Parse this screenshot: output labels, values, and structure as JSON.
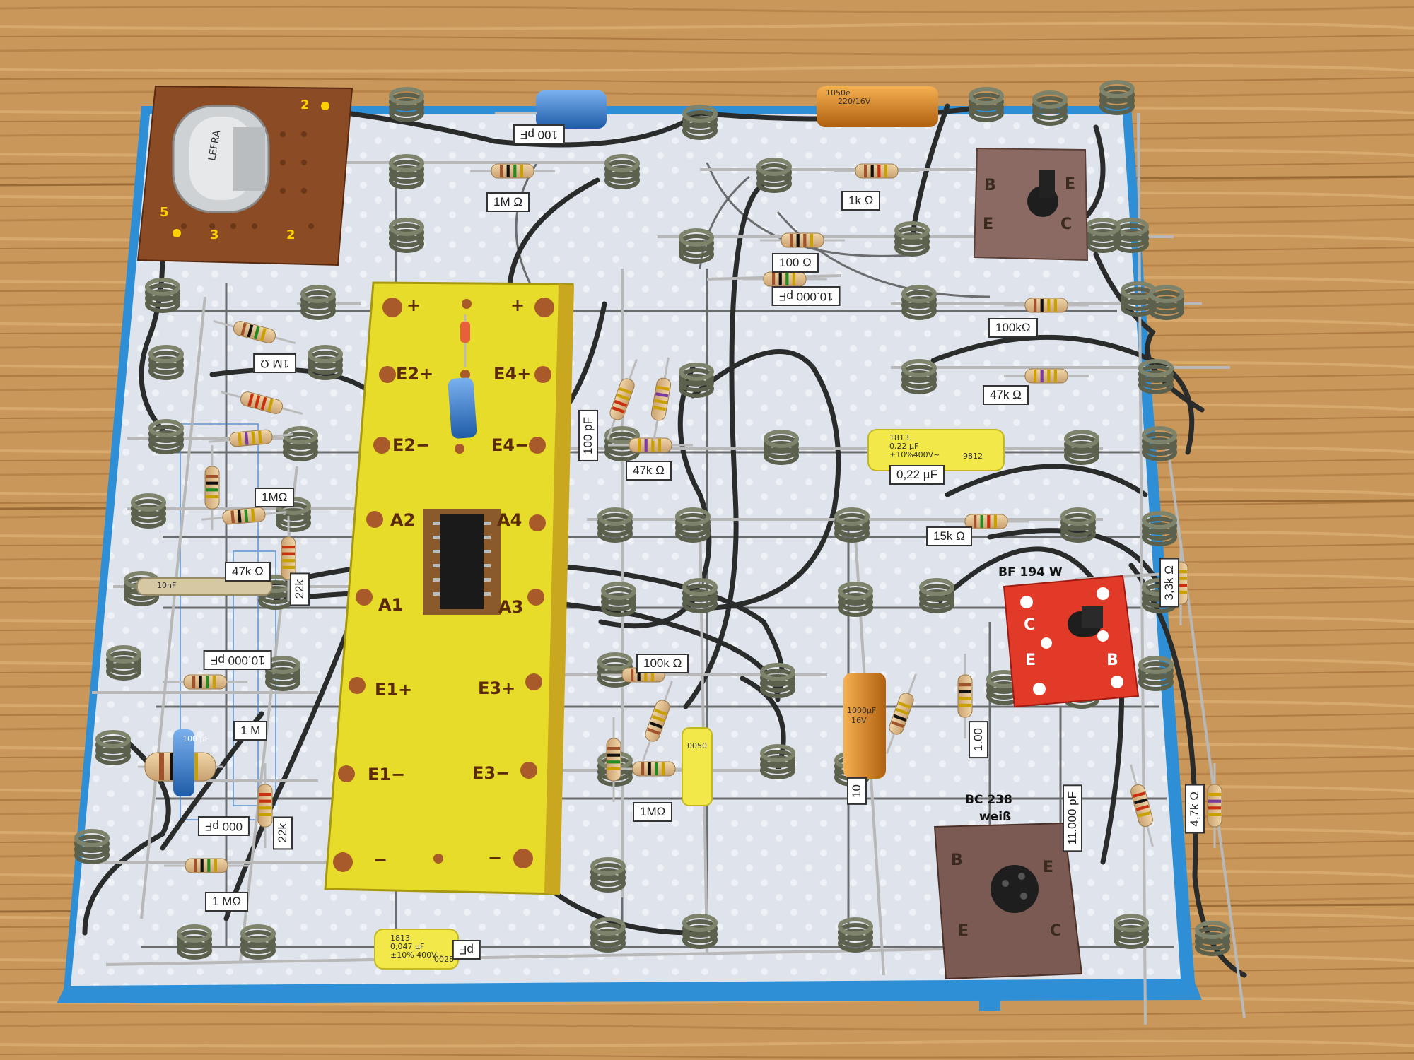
{
  "board_labels": {
    "l_1m_top": "1M Ω",
    "l_1k": "1k Ω",
    "l_100": "100 Ω",
    "l_100k": "100kΩ",
    "l_47k_right": "47k Ω",
    "l_022": "0,22 µF",
    "l_15k": "15k Ω",
    "l_47k_mid": "47k Ω",
    "l_100pf": "100 pF",
    "l_1m_left1": "1M Ω",
    "l_1m_left2": "1MΩ",
    "l_47k_left": "47k Ω",
    "l_22k_a": "22k",
    "l_10000pf_left": "10.000 pF",
    "l_1m_left3": "1 M",
    "l_000pf": "000 pF",
    "l_22k_b": "22k",
    "l_1m_bottom": "1 MΩ",
    "l_pf_bottom": "pF",
    "l_100k_mid": "100k Ω",
    "l_1m_mid": "1MΩ",
    "l_10000pf_top": "10.000 pF",
    "l_100uf": "100 µF",
    "l_10": "10",
    "l_100_vert": "1.00",
    "l_11000pf": "11.000 pF",
    "l_33k": "3,3k Ω",
    "l_47k_v": "4,7k Ω",
    "l_bf": "BF 194 W",
    "l_bc238": "BC 238",
    "l_weiss": "weiß"
  },
  "yellow_module": {
    "plus_left": "+",
    "plus_right": "+",
    "e2p": "E2+",
    "e4p": "E4+",
    "e2m": "E2−",
    "e4m": "E4−",
    "a2": "A2",
    "a4": "A4",
    "a1": "A1",
    "a3": "A3",
    "e1p": "E1+",
    "e3p": "E3+",
    "e1m": "E1−",
    "e3m": "E3−",
    "minus_left": "−",
    "minus_right": "−"
  },
  "transistor_modules": {
    "top_b": "B",
    "top_e1": "E",
    "top_e2": "E",
    "top_c": "C",
    "red_c": "C",
    "red_e": "E",
    "red_b": "B",
    "bot_b": "B",
    "bot_e1": "E",
    "bot_e2": "E",
    "bot_c": "C"
  },
  "pcb": {
    "n2_top": "2",
    "n5": "5",
    "n3": "3",
    "n2_bottom": "2",
    "relay_text": "LEFRA"
  },
  "component_text": {
    "cap_022_line1": "1813",
    "cap_022_line2": "0,22 µF",
    "cap_022_line3": "±10%400V~",
    "cap_022_code": "9812",
    "cap_0047_line1": "1813",
    "cap_0047_line2": "0,047 µF",
    "cap_0047_line3": "±10% 400V~",
    "cap_0047_code": "0028",
    "cap_small_yellow": "0050",
    "cap_orange_top": "220/16V",
    "cap_orange_top2": "1050e",
    "cap_orange_left": "1000µF",
    "cap_orange_left2": "16V",
    "cap_10nf": "10nF"
  }
}
